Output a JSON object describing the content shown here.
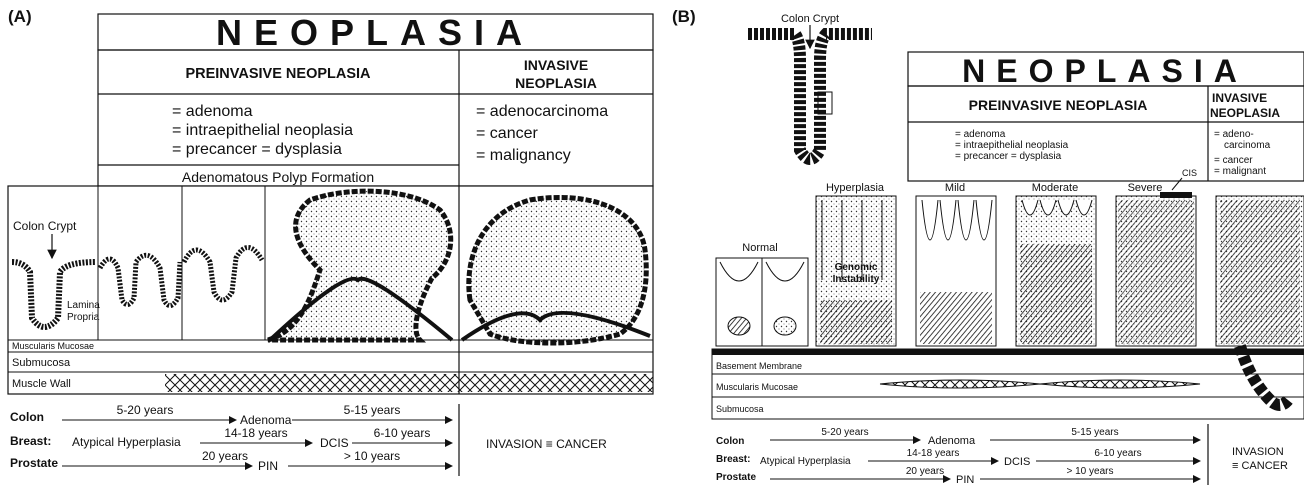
{
  "panel_a": {
    "panel_label": "(A)",
    "title": "NEOPLASIA",
    "preinvasive_header": "PREINVASIVE NEOPLASIA",
    "invasive_header_line1": "INVASIVE",
    "invasive_header_line2": "NEOPLASIA",
    "preinvasive_terms": [
      "= adenoma",
      "= intraepithelial neoplasia",
      "= precancer = dysplasia"
    ],
    "invasive_terms": [
      "= adenocarcinoma",
      "= cancer",
      "= malignancy"
    ],
    "polyp_label": "Adenomatous Polyp Formation",
    "crypt_label": "Colon Crypt",
    "lamina_line1": "Lamina",
    "lamina_line2": "Propria",
    "layer_labels": [
      "Muscularis Mucosae",
      "Submucosa",
      "Muscle Wall"
    ],
    "timeline": {
      "row_labels": [
        "Colon",
        "Breast:",
        "Prostate"
      ],
      "colon_years_1": "5-20 years",
      "adenoma": "Adenoma",
      "colon_years_2": "5-15 years",
      "atypical": "Atypical Hyperplasia",
      "breast_years_1": "14-18 years",
      "dcis": "DCIS",
      "breast_years_2": "6-10 years",
      "prostate_years_1": "20 years",
      "pin": "PIN",
      "prostate_years_2": "> 10 years",
      "invasion": "INVASION ≡ CANCER"
    }
  },
  "panel_b": {
    "panel_label": "(B)",
    "crypt_label": "Colon Crypt",
    "title": "NEOPLASIA",
    "preinvasive_header": "PREINVASIVE NEOPLASIA",
    "invasive_header_line1": "INVASIVE",
    "invasive_header_line2": "NEOPLASIA",
    "preinvasive_terms": [
      "= adenoma",
      "= intraepithelial neoplasia",
      "= precancer = dysplasia"
    ],
    "invasive_terms": [
      "= adeno-",
      "carcinoma",
      "= cancer",
      "= malignant"
    ],
    "stages": [
      "Normal",
      "Hyperplasia",
      "Mild",
      "Moderate",
      "Severe"
    ],
    "cis_label": "CIS",
    "genomic_line1": "Genomic",
    "genomic_line2": "Instability",
    "layer_labels": [
      "Basement Membrane",
      "Muscularis Mucosae",
      "Submucosa"
    ],
    "timeline": {
      "row_labels": [
        "Colon",
        "Breast:",
        "Prostate"
      ],
      "colon_years_1": "5-20 years",
      "adenoma": "Adenoma",
      "colon_years_2": "5-15 years",
      "atypical": "Atypical Hyperplasia",
      "breast_years_1": "14-18 years",
      "dcis": "DCIS",
      "breast_years_2": "6-10 years",
      "prostate_years_1": "20 years",
      "pin": "PIN",
      "prostate_years_2": "> 10 years",
      "invasion_line1": "INVASION",
      "invasion_line2": "≡ CANCER"
    }
  }
}
